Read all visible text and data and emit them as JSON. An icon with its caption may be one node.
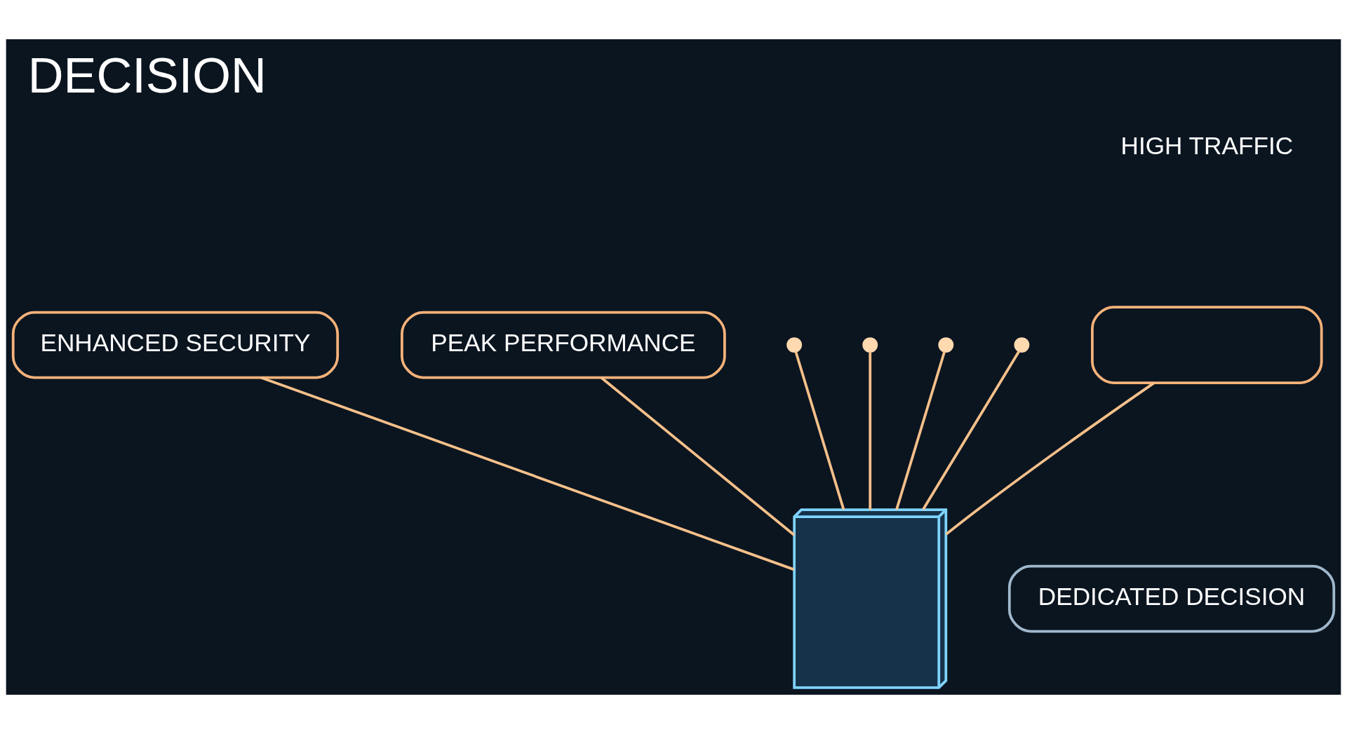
{
  "diagram": {
    "title": "DECISION",
    "nodes": [
      {
        "text": [],
        "shape": "bar"
      },
      {
        "text": [
          "ENHANCED SECURITY"
        ]
      },
      {
        "text": [
          "PEAK PERFORMANCE"
        ]
      },
      {
        "text": [],
        "shape": "picture"
      },
      {
        "text": [
          "DEDICATED DECISION"
        ]
      }
    ],
    "edges": [
      {
        "from": null,
        "to": 3,
        "arrow": "none"
      },
      {
        "from": null,
        "to": 3,
        "arrow": "none"
      },
      {
        "from": 0,
        "to": 3,
        "arrow": "none"
      },
      {
        "from": 1,
        "to": 3,
        "arrow": "none"
      },
      {
        "from": null,
        "to": 3,
        "arrow": "none"
      },
      {
        "from": null,
        "to": 3,
        "arrow": "none"
      },
      {
        "from": 2,
        "to": 3,
        "arrow": "none"
      }
    ],
    "labels": [
      "HIGH TRAFFIC"
    ]
  }
}
